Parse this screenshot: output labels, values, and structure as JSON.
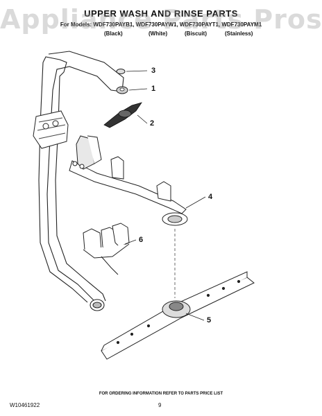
{
  "watermark": "Appliance Parts Pros.com",
  "title": "UPPER WASH AND RINSE PARTS",
  "models_line": "For Models: WDF730PAYB1, WDF730PAYW1, WDF730PAYT1, WDF730PAYM1",
  "colors": [
    "(Black)",
    "(White)",
    "(Biscuit)",
    "(Stainless)"
  ],
  "callouts": [
    "3",
    "1",
    "2",
    "4",
    "6",
    "5"
  ],
  "footer_note": "FOR ORDERING INFORMATION REFER TO PARTS PRICE LIST",
  "doc_number": "W10461922",
  "page_number": "9"
}
